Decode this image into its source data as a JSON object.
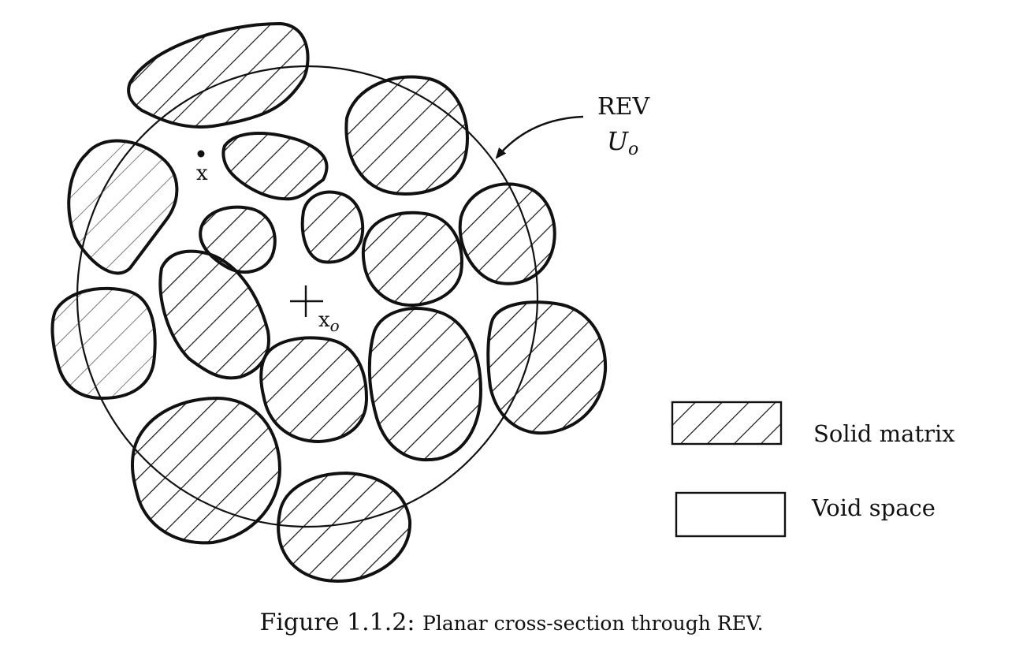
{
  "diagram": {
    "rev_label": "REV",
    "rev_symbol": "U",
    "rev_symbol_sub": "o",
    "point_label": "x",
    "center_label": "x",
    "center_label_sub": "o"
  },
  "legend": {
    "solid_label": "Solid matrix",
    "void_label": "Void space"
  },
  "caption": {
    "number": "Figure 1.1.2:",
    "text": "Planar cross-section through REV."
  },
  "colors": {
    "ink": "#111111",
    "background": "#ffffff"
  }
}
